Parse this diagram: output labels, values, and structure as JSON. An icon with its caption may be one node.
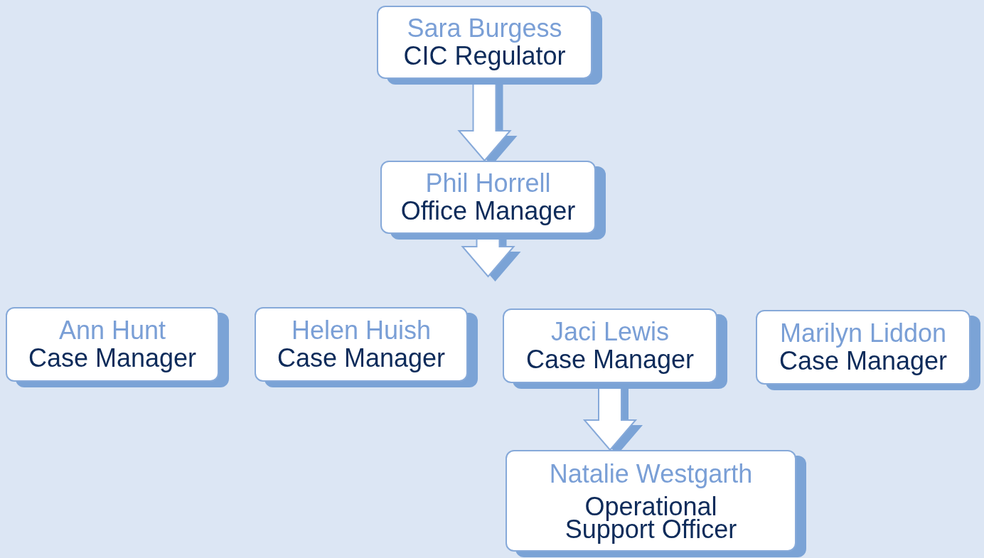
{
  "diagram": {
    "nodes": [
      {
        "text": [
          "Sara Burgess",
          "CIC Regulator"
        ]
      },
      {
        "text": [
          "Phil Horrell",
          "Office Manager"
        ]
      },
      {
        "text": [
          "Ann Hunt",
          "Case Manager"
        ]
      },
      {
        "text": [
          "Helen Huish",
          "Case Manager"
        ]
      },
      {
        "text": [
          "Jaci Lewis",
          "Case Manager"
        ]
      },
      {
        "text": [
          "Marilyn Liddon",
          "Case Manager"
        ]
      },
      {
        "text": [
          "Natalie Westgarth",
          "Operational Support Officer"
        ]
      }
    ],
    "edges": [
      {
        "from": 0,
        "to": 1,
        "arrow": "to"
      },
      {
        "from": 1,
        "to": null,
        "arrow": "to"
      },
      {
        "from": 4,
        "to": 6,
        "arrow": "to"
      }
    ]
  }
}
